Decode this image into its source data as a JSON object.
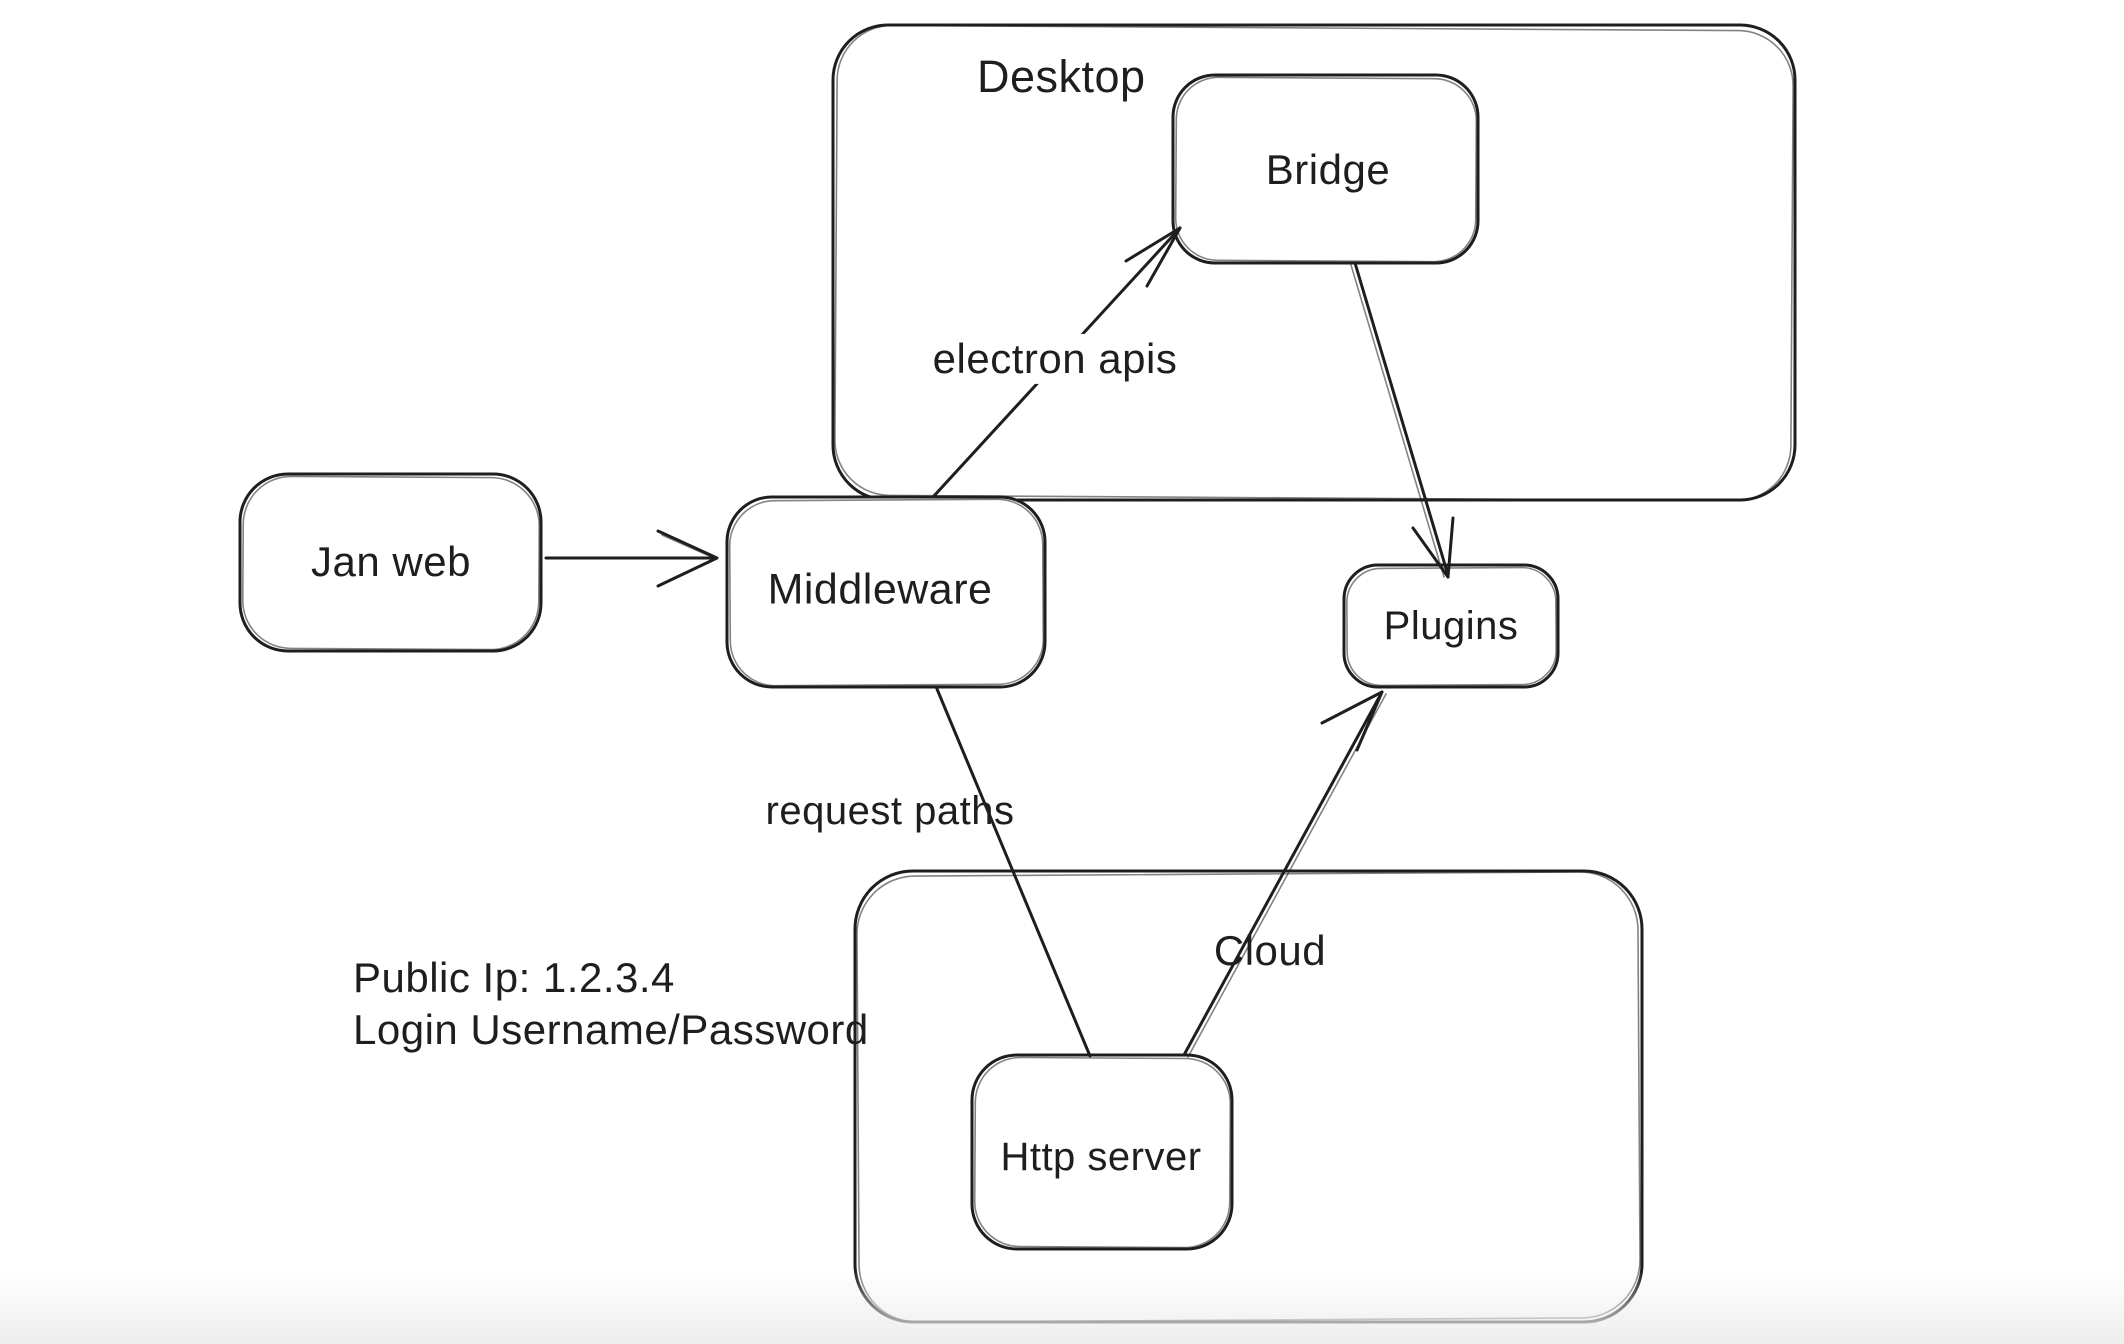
{
  "canvas": {
    "background": "#ffffff",
    "ink": "#1e1e1e"
  },
  "containers": {
    "desktop": {
      "label": "Desktop"
    },
    "cloud": {
      "label": "Cloud"
    }
  },
  "nodes": {
    "jan_web": {
      "label": "Jan web"
    },
    "middleware": {
      "label": "Middleware"
    },
    "bridge": {
      "label": "Bridge"
    },
    "plugins": {
      "label": "Plugins"
    },
    "http_server": {
      "label": "Http server"
    }
  },
  "edges": [
    {
      "from": "Jan web",
      "to": "Middleware",
      "label": ""
    },
    {
      "from": "Middleware",
      "to": "Bridge",
      "label": "electron apis"
    },
    {
      "from": "Bridge",
      "to": "Plugins",
      "label": ""
    },
    {
      "from": "Middleware",
      "to": "Http server",
      "label": "request paths"
    },
    {
      "from": "Http server",
      "to": "Plugins",
      "label": ""
    }
  ],
  "annotations": {
    "public_ip": "Public Ip: 1.2.3.4",
    "login": "Login Username/Password"
  }
}
